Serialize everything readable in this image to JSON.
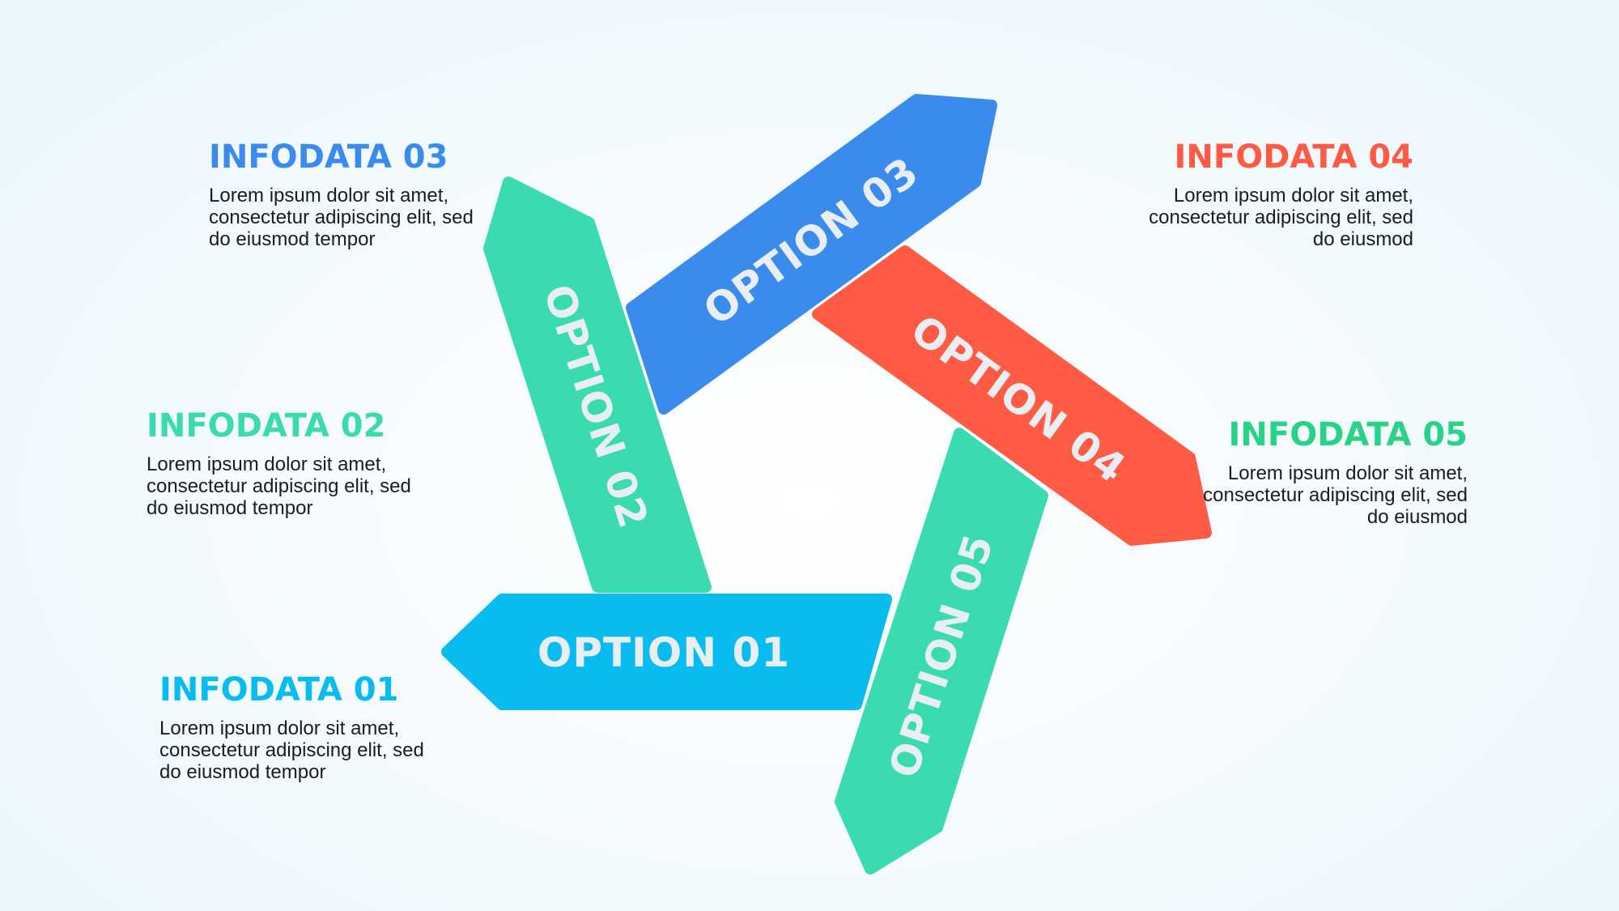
{
  "colors": {
    "option01": "#08bcf0",
    "option02": "#3bdbb2",
    "option03": "#3b8bed",
    "option04": "#ff5a43",
    "option05": "#3bdbb2",
    "info01": "#08bcf0",
    "info02": "#3bdbb2",
    "info03": "#3b8bed",
    "info04": "#ff5a43",
    "info05": "#27d386",
    "arrow_label": "#e9eef2"
  },
  "arrows": [
    {
      "id": "option01",
      "label": "OPTION 01"
    },
    {
      "id": "option02",
      "label": "OPTION 02"
    },
    {
      "id": "option03",
      "label": "OPTION 03"
    },
    {
      "id": "option04",
      "label": "OPTION 04"
    },
    {
      "id": "option05",
      "label": "OPTION 05"
    }
  ],
  "infos": {
    "info01": {
      "title": "INFODATA 01",
      "text": "Lorem ipsum dolor sit amet, consectetur adipiscing elit, sed do eiusmod tempor"
    },
    "info02": {
      "title": "INFODATA 02",
      "text": "Lorem ipsum dolor sit amet, consectetur adipiscing elit, sed do eiusmod tempor"
    },
    "info03": {
      "title": "INFODATA 03",
      "text": "Lorem ipsum dolor sit amet, consectetur adipiscing elit, sed do eiusmod tempor"
    },
    "info04": {
      "title": "INFODATA 04",
      "text": "Lorem ipsum dolor sit amet, consectetur adipiscing elit, sed do eiusmod"
    },
    "info05": {
      "title": "INFODATA 05",
      "text": "Lorem ipsum dolor sit amet, consectetur adipiscing elit, sed do eiusmod"
    }
  }
}
